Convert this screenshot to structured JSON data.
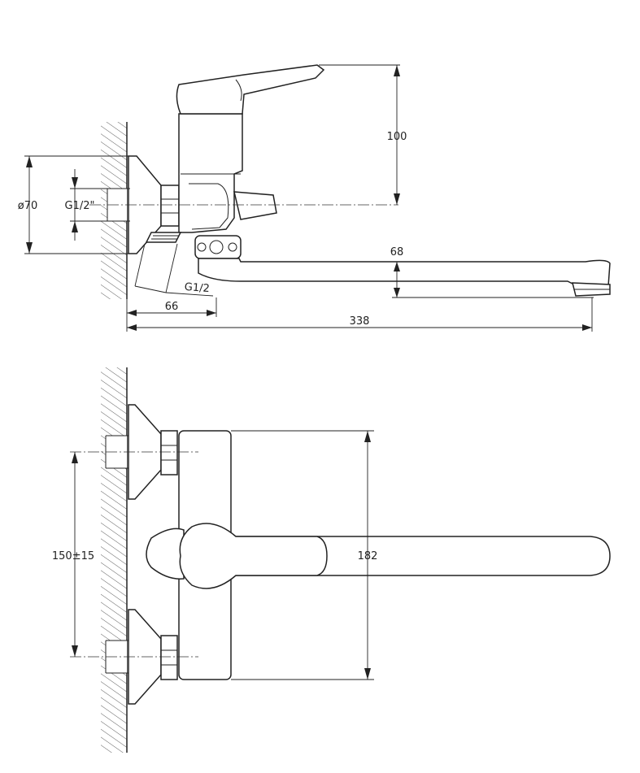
{
  "dimensions": {
    "side_view": {
      "handle_height": "100",
      "flange_diameter": "ø70",
      "thread_wall": "G1/2\"",
      "thread_outlet": "G1/2",
      "spout_drop": "68",
      "outlet_offset": "66",
      "total_length": "338"
    },
    "top_view": {
      "inlet_spacing": "150±15",
      "body_height": "182"
    }
  }
}
